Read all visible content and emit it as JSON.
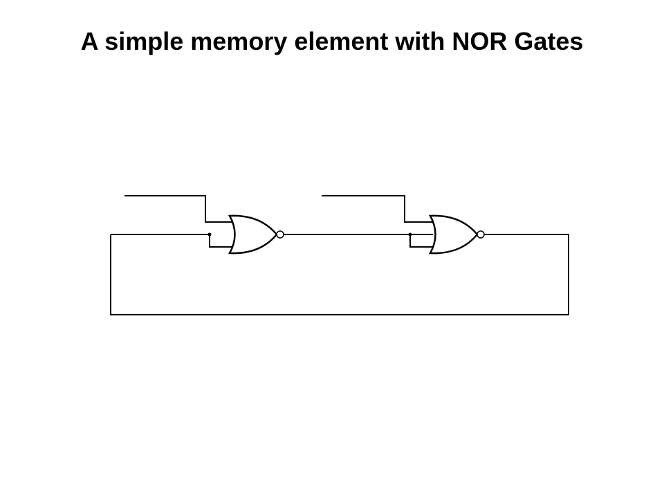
{
  "title": "A simple memory element with NOR Gates",
  "diagram": {
    "gates": [
      {
        "id": "gate-1",
        "type": "NOR"
      },
      {
        "id": "gate-2",
        "type": "NOR"
      }
    ],
    "colors": {
      "stroke": "#000000",
      "background": "#ffffff"
    }
  }
}
